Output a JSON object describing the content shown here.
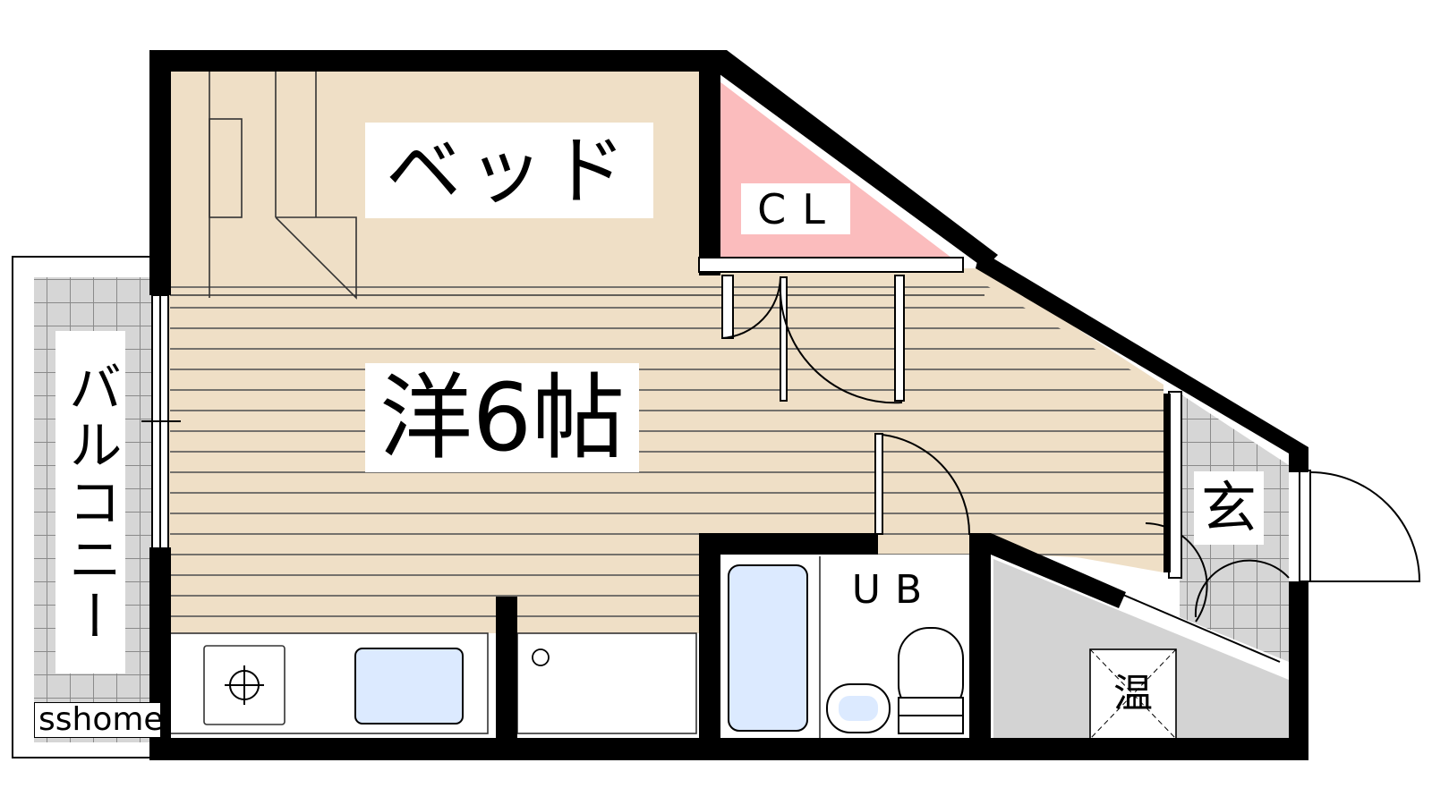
{
  "labels": {
    "bed": "ベッド",
    "main_room": "洋6帖",
    "closet": "CL",
    "bath": "UB",
    "entrance": "玄",
    "balcony": "バルコニー",
    "water_heater": "温",
    "watermark": "sshome"
  },
  "colors": {
    "floor": "#efdfc6",
    "closet": "#fbbcbd",
    "tile": "#d8d8d8",
    "fixture": "#dceaff",
    "wall": "#000000"
  }
}
